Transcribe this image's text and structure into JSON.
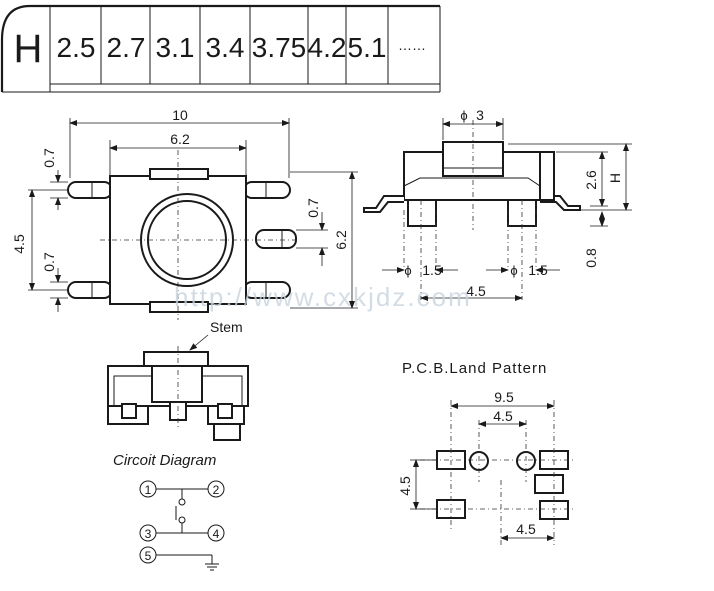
{
  "height_table": {
    "header": "H",
    "values": [
      "2.5",
      "2.7",
      "3.1",
      "3.4",
      "3.75",
      "4.2",
      "5.1",
      "……"
    ]
  },
  "top_view": {
    "dim_width": "10",
    "dim_body": "6.2",
    "dim_pin_gap_top": "0.7",
    "dim_pin_gap_bottom": "0.7",
    "dim_pin_pitch": "4.5",
    "dim_mid_gap": "0.7",
    "dim_height": "6.2"
  },
  "side_view": {
    "dim_stem_dia": "3",
    "dim_body_h": "2.6",
    "dim_total": "H",
    "dim_standoff": "0.8",
    "dim_post_left": "1.5",
    "dim_post_right": "1.5",
    "dim_post_pitch": "4.5",
    "phi": "ϕ"
  },
  "stem_label": "Stem",
  "watermark": "http://www.cxkjdz.com",
  "circuit": {
    "title": "Circoit Diagram",
    "pins": [
      "1",
      "2",
      "3",
      "4",
      "5"
    ]
  },
  "pcb": {
    "title": "P.C.B.Land Pattern",
    "dim_outer": "9.5",
    "dim_inner": "4.5",
    "dim_vertical": "4.5",
    "dim_bottom": "4.5"
  }
}
